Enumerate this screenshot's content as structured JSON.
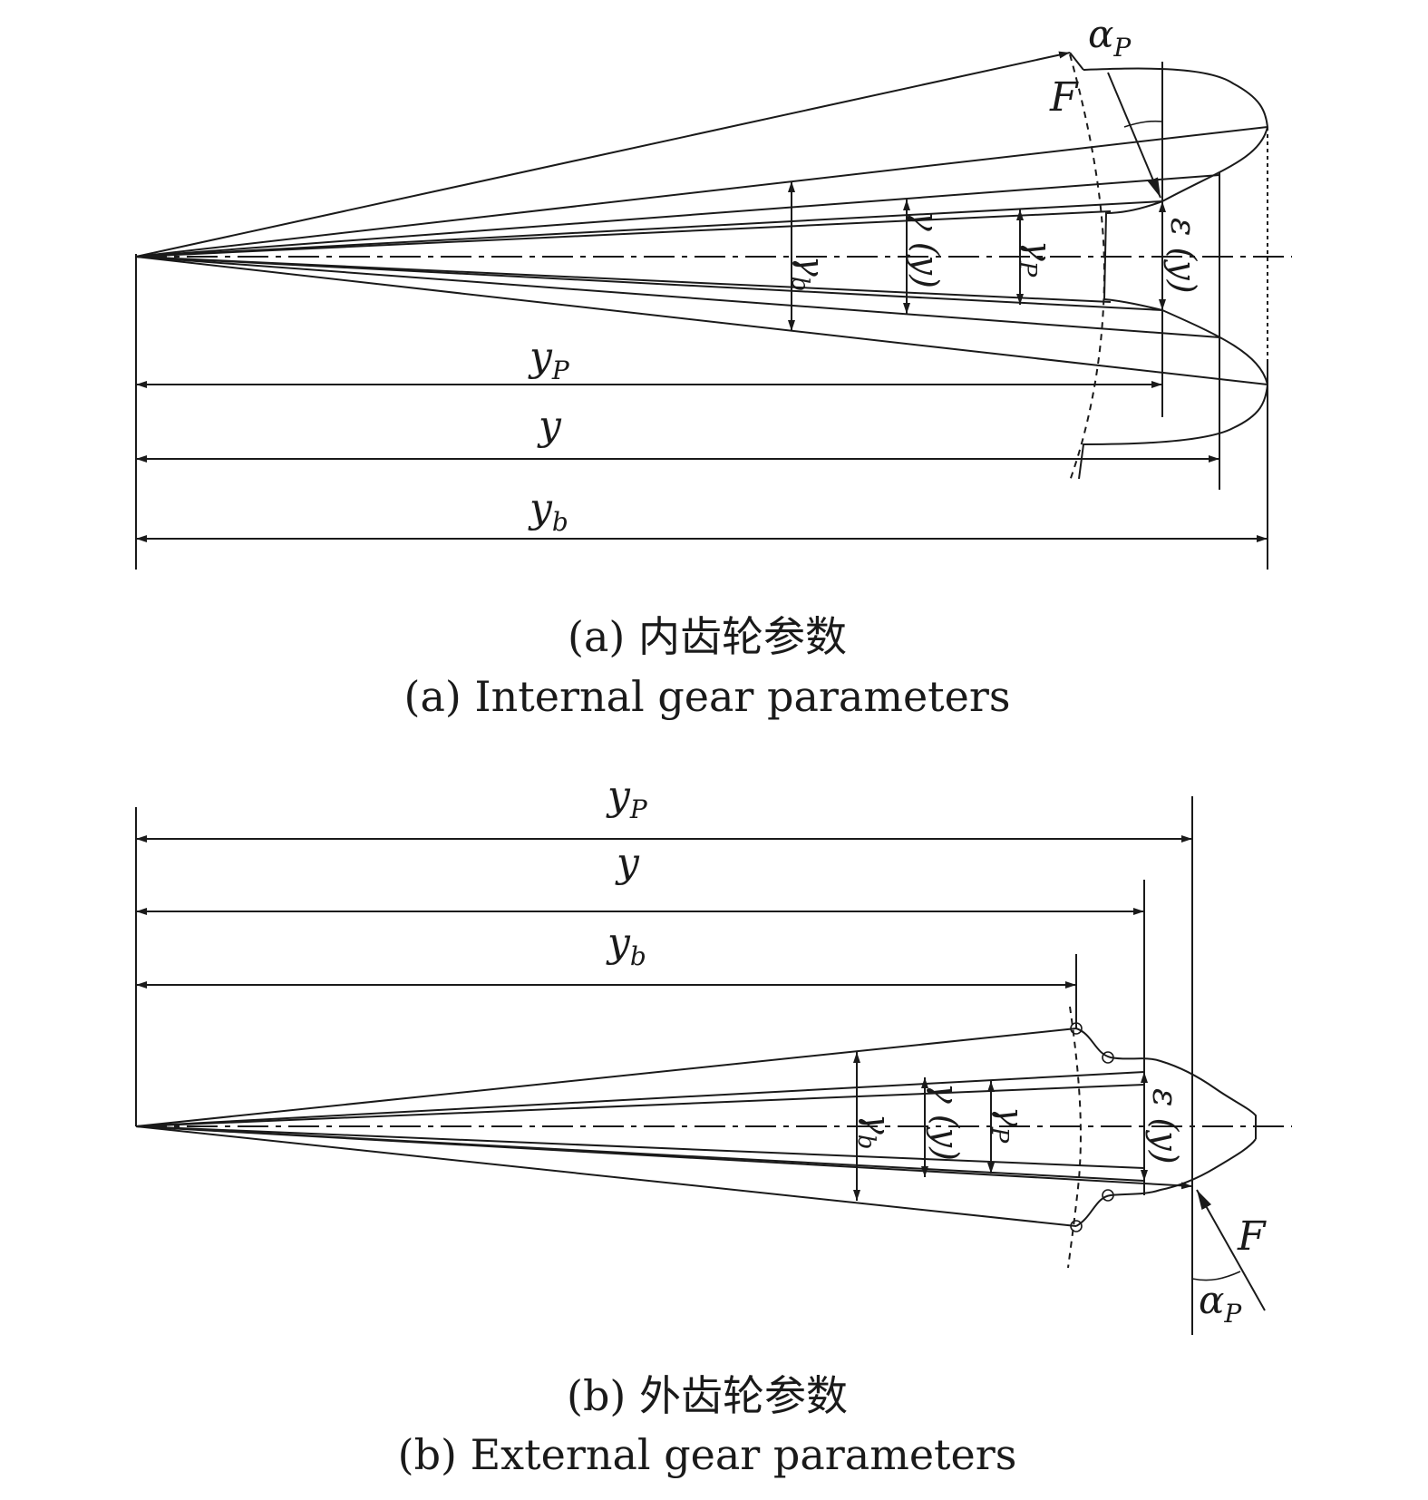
{
  "panel_a": {
    "caption_cn": "(a) 内齿轮参数",
    "caption_en": "(a) Internal gear parameters",
    "labels": {
      "alpha": "α",
      "alpha_sub": "P",
      "force": "F",
      "y_p": "y",
      "y_p_sub": "P",
      "y": "y",
      "y_b": "y",
      "y_b_sub": "b",
      "gamma_b": "γ",
      "gamma_b_sub": "b",
      "gamma_y": "γ (y)",
      "gamma_p": "γ",
      "gamma_p_sub": "P",
      "eps_y": "ε (y)"
    }
  },
  "panel_b": {
    "caption_cn": "(b) 外齿轮参数",
    "caption_en": "(b) External gear parameters",
    "labels": {
      "alpha": "α",
      "alpha_sub": "P",
      "force": "F",
      "y_p": "y",
      "y_p_sub": "P",
      "y": "y",
      "y_b": "y",
      "y_b_sub": "b",
      "gamma_b": "γ",
      "gamma_b_sub": "b",
      "gamma_y": "γ (y)",
      "gamma_p": "γ",
      "gamma_p_sub": "P",
      "eps_y": "ε (y)"
    }
  }
}
